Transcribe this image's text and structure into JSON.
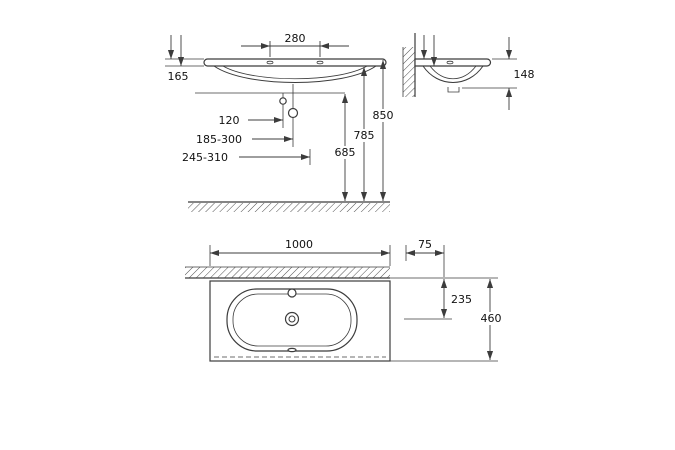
{
  "drawing": {
    "background": "#ffffff",
    "line_color": "#3c3c3c",
    "text_color": "#111111"
  },
  "dims": {
    "d280": "280",
    "d165": "165",
    "d120": "120",
    "d185_300": "185-300",
    "d245_310": "245-310",
    "d685": "685",
    "d785": "785",
    "d850": "850",
    "d148": "148",
    "d1000": "1000",
    "d75": "75",
    "d235": "235",
    "d460": "460"
  }
}
